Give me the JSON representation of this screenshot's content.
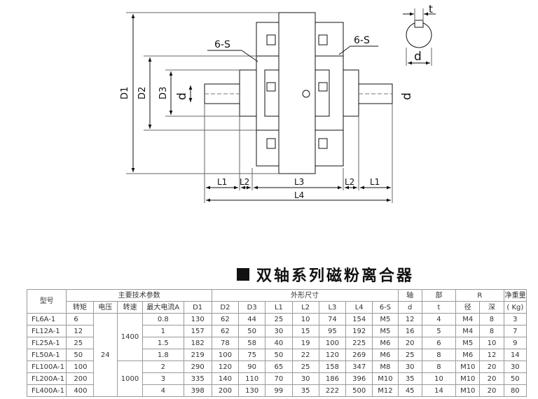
{
  "drawing": {
    "labels": {
      "t": "t",
      "d_top": "d",
      "six_s_left": "6-S",
      "six_s_right": "6-S",
      "d1": "D1",
      "d2": "D2",
      "d3": "D3",
      "d_left": "d",
      "d_right": "d",
      "l1_left": "L1",
      "l2_left": "L2",
      "l3": "L3",
      "l2_right": "L2",
      "l1_right": "L1",
      "l4": "L4"
    }
  },
  "title": "双轴系列磁粉离合器",
  "table": {
    "group_headers": {
      "model": "型号",
      "main_params": "主要技术参数",
      "outline": "外形尺寸",
      "shaft": "轴",
      "part": "部",
      "r": "R",
      "net_weight": "净重量"
    },
    "sub_headers": {
      "torque": "转矩",
      "voltage": "电压",
      "speed": "转速",
      "max_current": "最大电流A",
      "d1": "D1",
      "d2": "D2",
      "d3": "D3",
      "l1": "L1",
      "l2": "L2",
      "l3": "L3",
      "l4": "L4",
      "six_s": "6-S",
      "d": "d",
      "t": "t",
      "dia": "径",
      "depth": "深",
      "kg": "( Kg)"
    },
    "voltage": "24",
    "speed_groups": [
      "1400",
      "1000"
    ],
    "rows": [
      {
        "model": "FL6A-1",
        "torque": "6",
        "current": "0.8",
        "d1": "130",
        "d2": "62",
        "d3": "44",
        "l1": "25",
        "l2": "10",
        "l3": "74",
        "l4": "154",
        "s": "M5",
        "d": "12",
        "t": "4",
        "dia": "M4",
        "depth": "8",
        "weight": "3"
      },
      {
        "model": "FL12A-1",
        "torque": "12",
        "current": "1",
        "d1": "157",
        "d2": "62",
        "d3": "50",
        "l1": "30",
        "l2": "15",
        "l3": "95",
        "l4": "192",
        "s": "M5",
        "d": "16",
        "t": "5",
        "dia": "M4",
        "depth": "8",
        "weight": "7"
      },
      {
        "model": "FL25A-1",
        "torque": "25",
        "current": "1.5",
        "d1": "182",
        "d2": "78",
        "d3": "58",
        "l1": "40",
        "l2": "19",
        "l3": "100",
        "l4": "225",
        "s": "M6",
        "d": "20",
        "t": "6",
        "dia": "M5",
        "depth": "10",
        "weight": "9"
      },
      {
        "model": "FL50A-1",
        "torque": "50",
        "current": "1.8",
        "d1": "219",
        "d2": "100",
        "d3": "75",
        "l1": "50",
        "l2": "22",
        "l3": "120",
        "l4": "269",
        "s": "M6",
        "d": "25",
        "t": "8",
        "dia": "M6",
        "depth": "12",
        "weight": "14"
      },
      {
        "model": "FL100A-1",
        "torque": "100",
        "current": "2",
        "d1": "290",
        "d2": "120",
        "d3": "90",
        "l1": "65",
        "l2": "25",
        "l3": "158",
        "l4": "347",
        "s": "M8",
        "d": "30",
        "t": "8",
        "dia": "M10",
        "depth": "20",
        "weight": "30"
      },
      {
        "model": "FL200A-1",
        "torque": "200",
        "current": "3",
        "d1": "335",
        "d2": "140",
        "d3": "110",
        "l1": "70",
        "l2": "30",
        "l3": "186",
        "l4": "396",
        "s": "M10",
        "d": "35",
        "t": "10",
        "dia": "M10",
        "depth": "20",
        "weight": "50"
      },
      {
        "model": "FL400A-1",
        "torque": "400",
        "current": "4",
        "d1": "398",
        "d2": "200",
        "d3": "130",
        "l1": "99",
        "l2": "35",
        "l3": "222",
        "l4": "500",
        "s": "M12",
        "d": "45",
        "t": "14",
        "dia": "M10",
        "depth": "20",
        "weight": "80"
      }
    ]
  }
}
